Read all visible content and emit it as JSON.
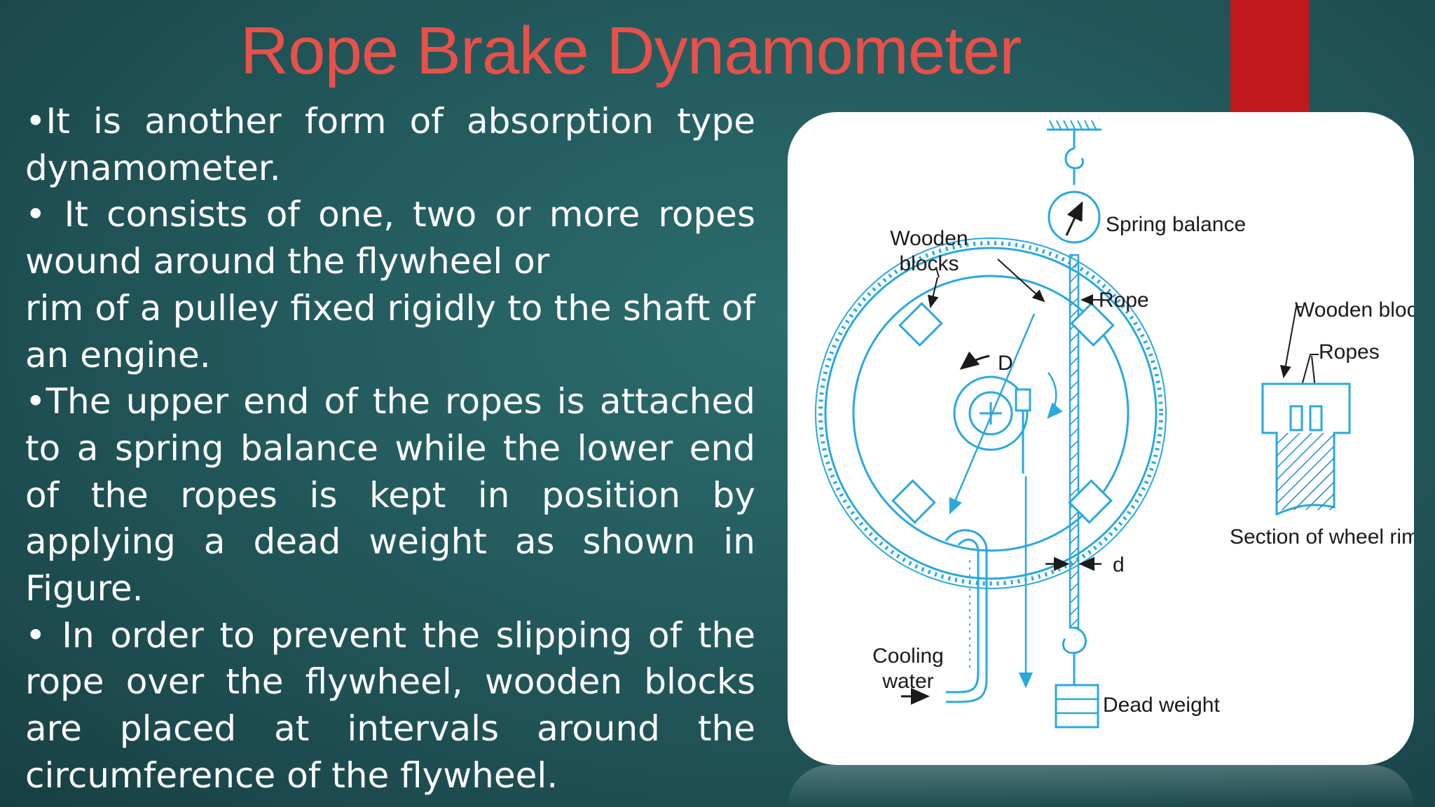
{
  "slide": {
    "title": "Rope Brake Dynamometer",
    "accent_color": "#c0181b",
    "title_color": "#e8504a",
    "paragraphs": [
      "•It is another form of absorption type dynamometer.",
      "• It consists of one, two or more ropes wound around the flywheel or",
      "rim of a pulley fixed rigidly to the shaft of an engine.",
      "•The upper end of the ropes is attached to a spring balance while the lower end of the ropes is kept in position by applying a dead weight as shown in Figure.",
      "• In order to prevent the slipping of the rope over the flywheel, wooden blocks are placed at intervals around the circumference of the flywheel."
    ]
  },
  "figure": {
    "line_color": "#29a8e0",
    "labels": {
      "spring_balance": "Spring balance",
      "wooden_blocks_line1": "Wooden",
      "wooden_blocks_line2": "blocks",
      "rope": "Rope",
      "diameter": "D",
      "rope_diameter": "d",
      "cooling_water_line1": "Cooling",
      "cooling_water_line2": "water",
      "dead_weight": "Dead weight",
      "wooden_block": "Wooden block",
      "ropes": "Ropes",
      "section_caption": "Section of wheel rim"
    }
  }
}
